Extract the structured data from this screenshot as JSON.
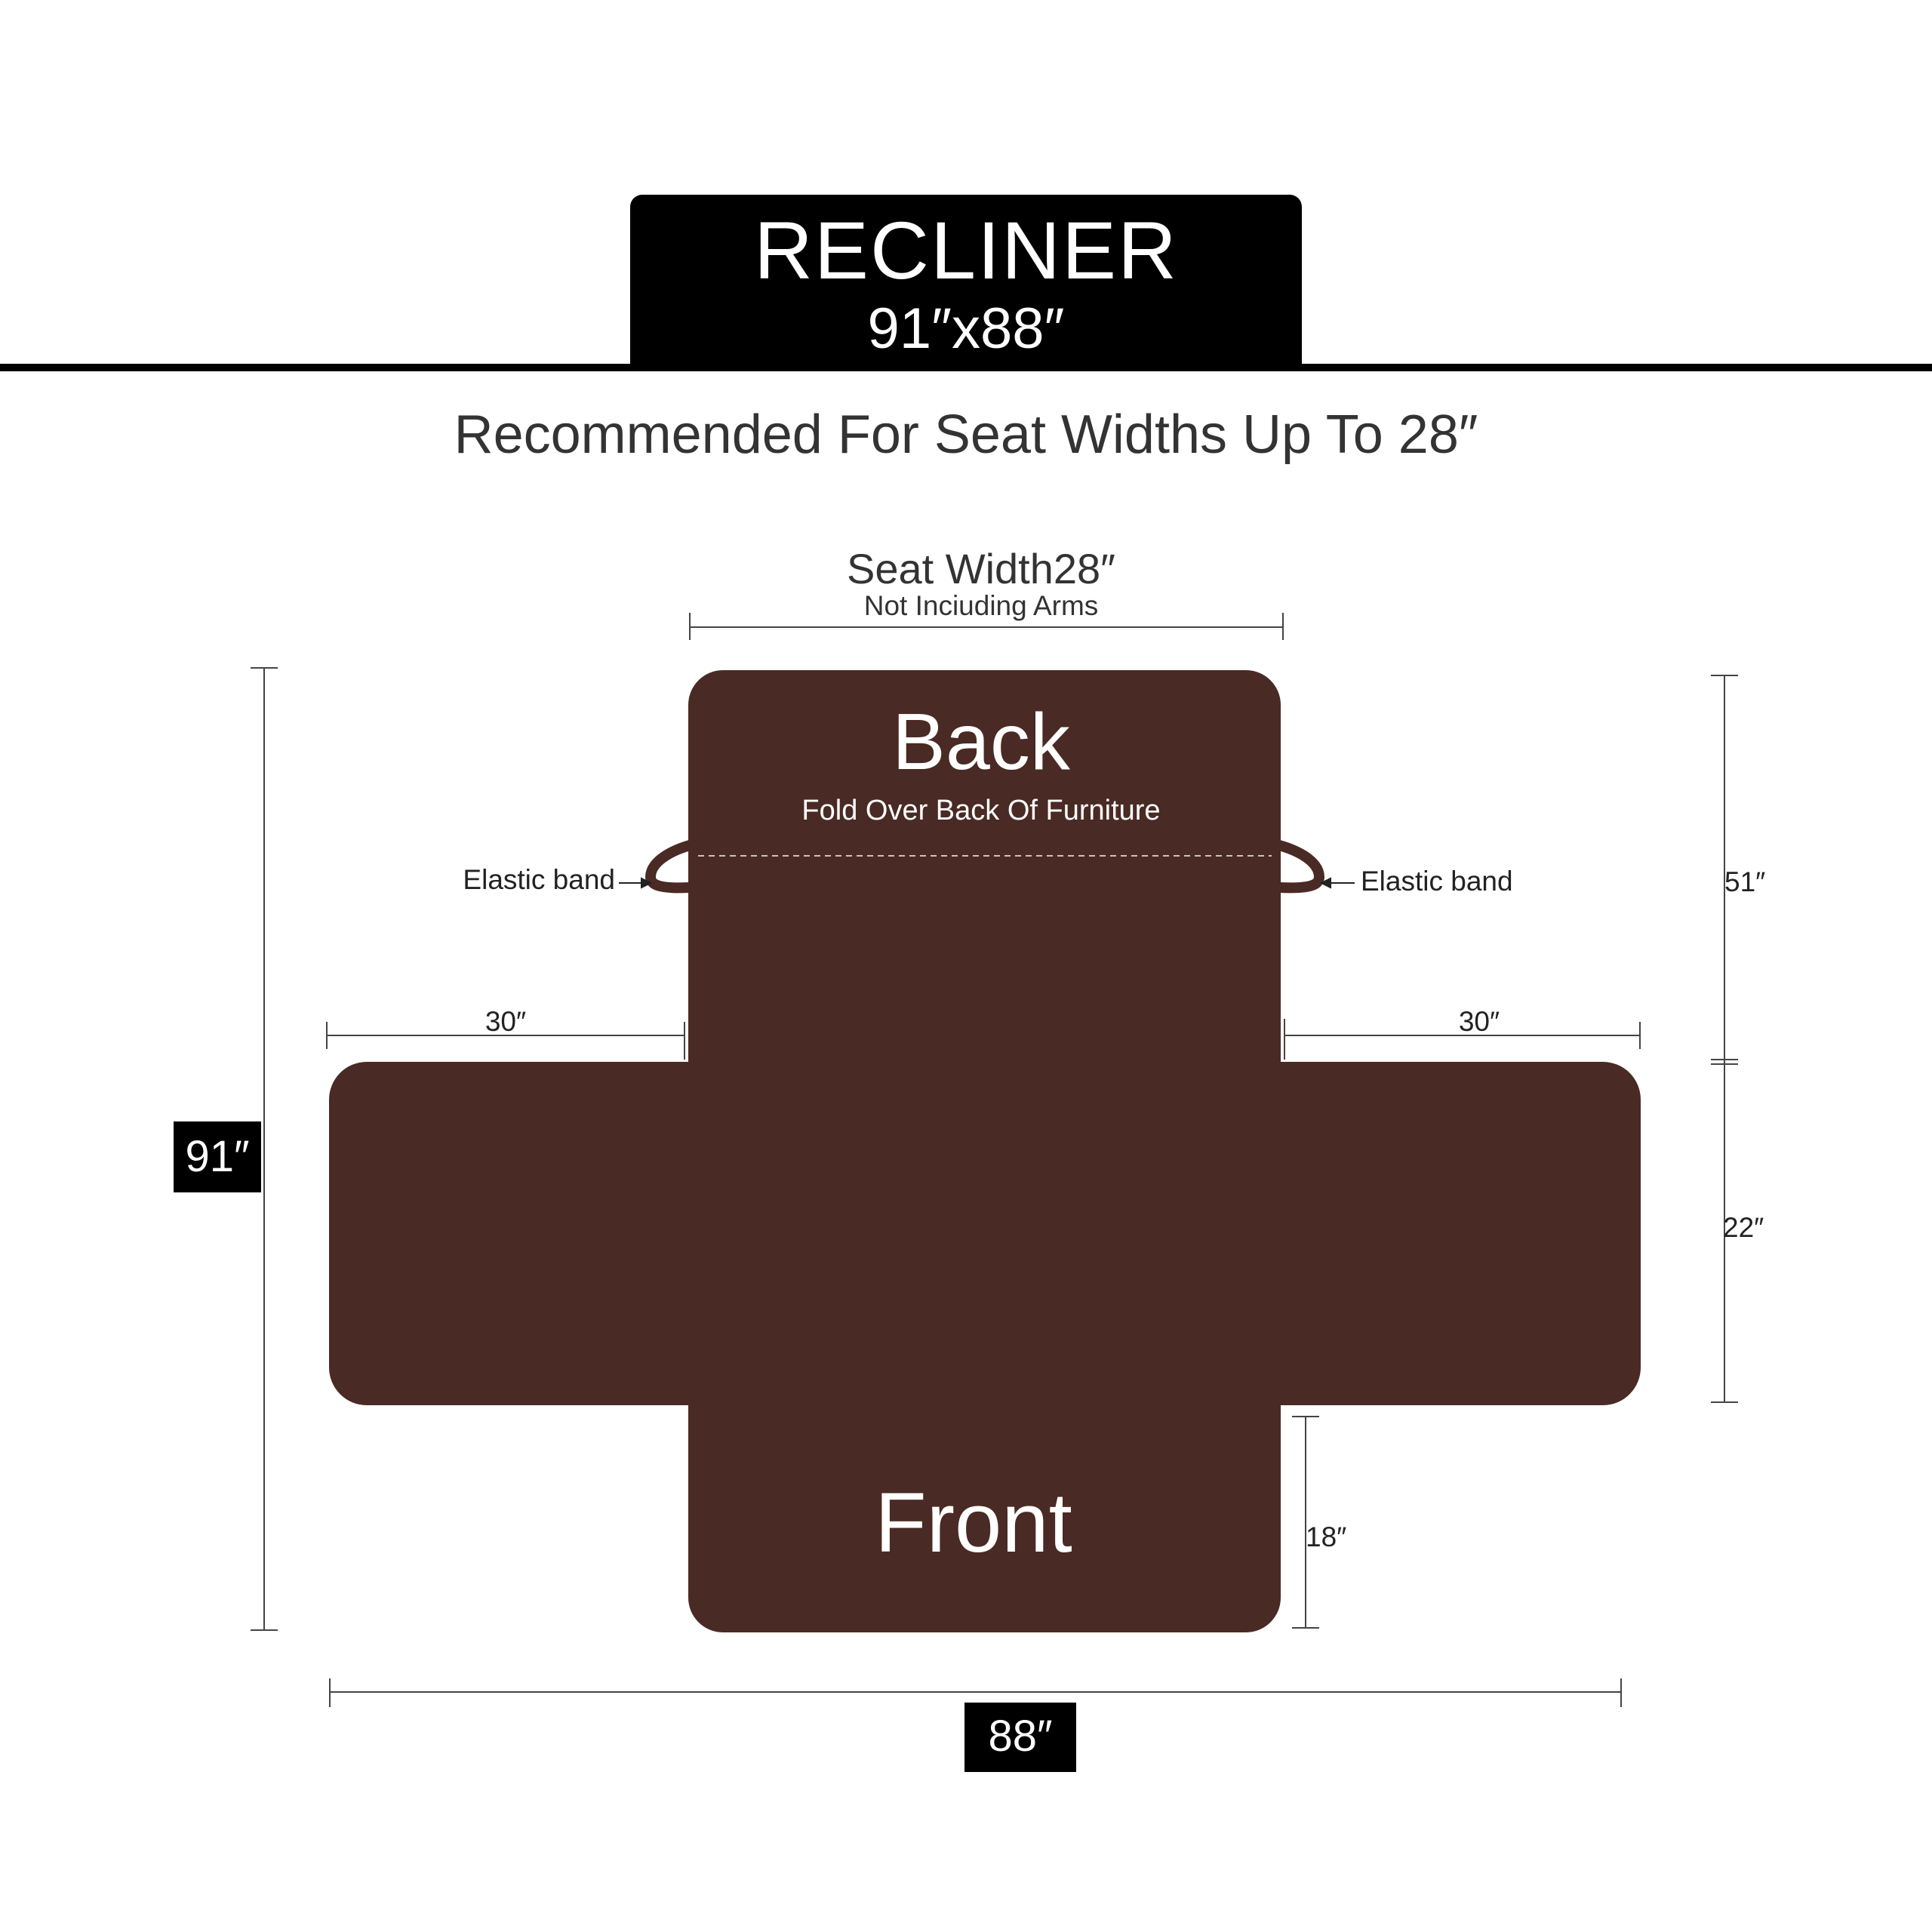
{
  "header": {
    "title": "RECLINER",
    "size": "91″x88″"
  },
  "subtitle": "Recommended For Seat Widths Up To 28″",
  "seat": {
    "label": "Seat Width28″",
    "note": "Not Inciuding Arms"
  },
  "panels": {
    "back": "Back",
    "back_note": "Fold Over Back Of Furniture",
    "front": "Front"
  },
  "elastic": {
    "left": "Elastic band",
    "right": "Elastic band"
  },
  "dimensions": {
    "arm_left": "30″",
    "arm_right": "30″",
    "back_depth": "51″",
    "arm_depth": "22″",
    "front_depth": "18″",
    "total_height": "91″",
    "total_width": "88″"
  },
  "colors": {
    "fabric": "#4a2a24",
    "ink": "#000000"
  }
}
